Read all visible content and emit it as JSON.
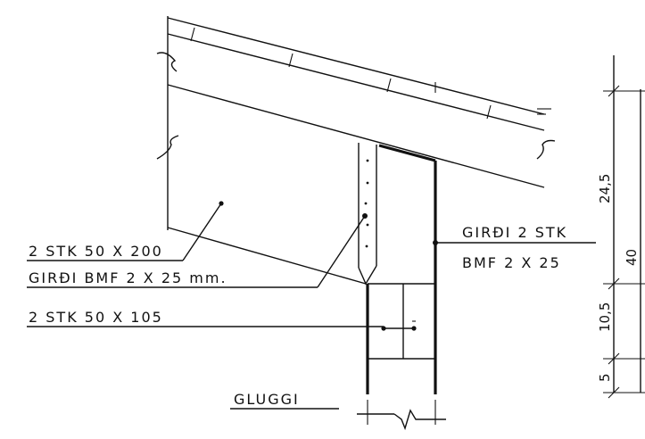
{
  "labels": {
    "joist": "2 STK  50 X 200",
    "nailing_plate": "GIRÐI  BMF  2 X 25 mm.",
    "post": "2 STK  50 X 105",
    "plate_right_line1": "GIRÐI  2  STK",
    "plate_right_line2": "BMF  2 X 25",
    "window": "GLUGGI"
  },
  "dimensions": {
    "upper": "24,5",
    "total": "40",
    "middle": "10,5",
    "lower": "5"
  },
  "colors": {
    "ink": "#111111",
    "paper": "#ffffff"
  }
}
